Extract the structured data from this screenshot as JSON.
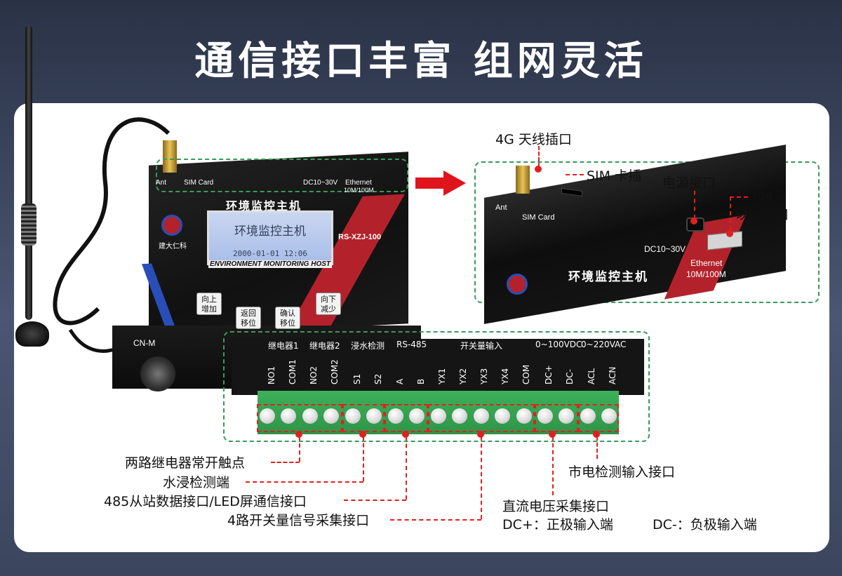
{
  "headline": "通信接口丰富 组网灵活",
  "device": {
    "brand": "建大仁科",
    "top_label": "环境监控主机",
    "lcd_title": "环境监控主机",
    "lcd_date": "2000-01-01 12:06",
    "lcd_caption": "ENVIRONMENT MONITORING HOST",
    "model": "RS-XZJ-100",
    "ant": "Ant",
    "sim": "SIM Card",
    "dc": "DC10~30V",
    "ethernet": "Ethernet",
    "speed": "10M/100M",
    "cn_m": "CN-M",
    "keys": {
      "up": [
        "向上",
        "增加"
      ],
      "down": [
        "向下",
        "减少"
      ],
      "back": [
        "返回",
        "移位"
      ],
      "ok": [
        "确认",
        "移位"
      ]
    }
  },
  "detail": {
    "ant": "Ant",
    "sim": "SIM Card",
    "dc": "DC10~30V",
    "ethernet": "Ethernet",
    "speed": "10M/100M",
    "top_label": "环境监控主机",
    "callouts": {
      "antenna": "4G 天线插口",
      "sim": "SIM 卡插",
      "power": "电源接口",
      "rj45": "RJ45",
      "rj45_sub": "以太网口"
    }
  },
  "terminal": {
    "groups": [
      "继电器1",
      "继电器2",
      "浸水检测",
      "RS-485",
      "开关量输入",
      "0~100VDC",
      "0~220VAC"
    ],
    "pins": [
      "NO1",
      "COM1",
      "NO2",
      "COM2",
      "S1",
      "S2",
      "A",
      "B",
      "YX1",
      "YX2",
      "YX3",
      "YX4",
      "COM",
      "DC+",
      "DC-",
      "ACL",
      "ACN"
    ]
  },
  "callouts": {
    "relay": "两路继电器常开触点",
    "water": "水浸检测端",
    "rs485": "485从站数据接口/LED屏通信接口",
    "switch": "4路开关量信号采集接口",
    "dc_title": "直流电压采集接口",
    "dc_pos": "DC+：正极输入端",
    "dc_neg": "DC-：负极输入端",
    "mains": "市电检测输入接口"
  }
}
